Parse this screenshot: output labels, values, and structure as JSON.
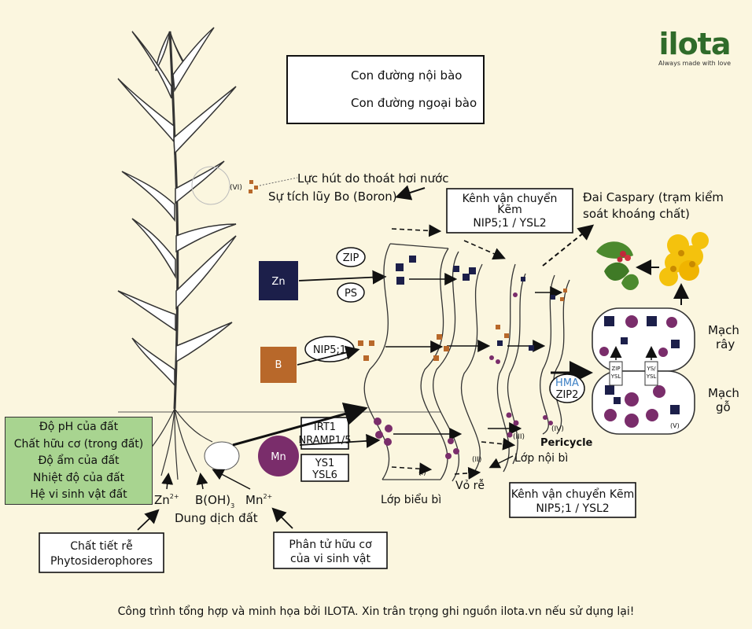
{
  "brand": {
    "name": "ilota",
    "tagline": "Always made with love"
  },
  "legend": {
    "intracellular": "Con đường nội bào",
    "extracellular": "Con đường ngoại bào"
  },
  "vi_marker": "(VI)",
  "transpiration": {
    "line1": "Lực hút do thoát hơi nước",
    "line2": "Sự tích lũy Bo (Boron)"
  },
  "zinc_channel_top": {
    "line1": "Kênh vận chuyển",
    "line2": "Kẽm",
    "line3": "NIP5;1 / YSL2"
  },
  "casparian": {
    "line1": "Đai Caspary (trạm kiểm",
    "line2": "soát khoáng chất)"
  },
  "elements": {
    "zn": "Zn",
    "b": "B",
    "mn": "Mn"
  },
  "transporters": {
    "zip": "ZIP",
    "ps": "PS",
    "nip": "NIP5;1",
    "irt1": "IRT1",
    "nramp": "NRAMP1/5",
    "ys1": "YS1",
    "ysl6": "YSL6",
    "hma": "HMA",
    "zip2": "ZIP2",
    "zip_ysl": [
      "ZIP",
      "YSL"
    ],
    "ys_ysl": [
      "YS/",
      "YSL"
    ]
  },
  "vessels": {
    "phloem1": "Mạch",
    "phloem2": "rây",
    "xylem1": "Mạch",
    "xylem2": "gỗ",
    "v": "(V)"
  },
  "layers": {
    "i": "(I)",
    "ii": "(II)",
    "iii": "(III)",
    "iv": "(IV)",
    "pericycle": "Pericycle",
    "endodermis": "Lớp nội bì",
    "cortex": "Vỏ rễ",
    "epidermis": "Lớp biểu bì"
  },
  "zinc_channel_bottom": {
    "line1": "Kênh vận chuyển Kẽm",
    "line2": "NIP5;1 / YSL2"
  },
  "soil_factors": [
    "Độ pH của đất",
    "Chất hữu cơ (trong đất)",
    "Độ ẩm của đất",
    "Nhiệt độ của đất",
    "Hệ vi sinh vật đất"
  ],
  "soil_solution": {
    "zn": "Zn",
    "zn_sup": "2+",
    "boh": "B(OH)",
    "boh_sub": "3",
    "mn": "Mn",
    "mn_sup": "2+",
    "label": "Dung dịch đất"
  },
  "exudates": {
    "line1": "Chất tiết rễ",
    "line2": "Phytosiderophores"
  },
  "organic": {
    "line1": "Phân tử hữu cơ",
    "line2": "của vi sinh vật"
  },
  "footer": "Công trình tổng hợp và minh họa bởi ILOTA. Xin trân trọng ghi nguồn ilota.vn nếu sử dụng lại!",
  "colors": {
    "background": "#fbf6df",
    "zn": "#1c1f4a",
    "b": "#b8682a",
    "mn": "#7a2d6b",
    "factors": "#a8d490",
    "brand": "#2f6b2a",
    "hma": "#3b7fc4"
  }
}
